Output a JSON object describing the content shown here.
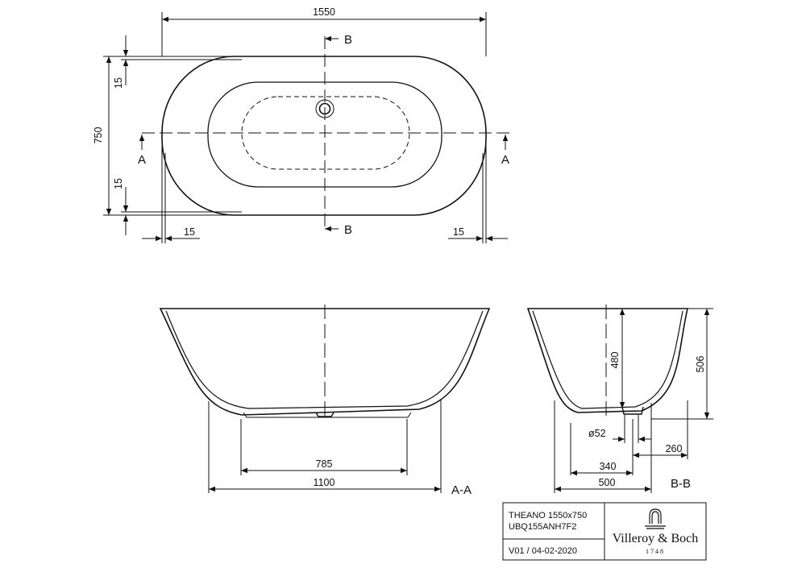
{
  "drawing": {
    "top_view": {
      "dim_length": "1550",
      "dim_width": "750",
      "dim_top_offset": "15",
      "dim_bottom_offset": "15",
      "dim_left_offset": "15",
      "dim_right_offset": "15",
      "section_b_top": "B",
      "section_b_bottom": "B",
      "section_a_left": "A",
      "section_a_right": "A"
    },
    "section_aa": {
      "label": "A-A",
      "dim_inner_base": "785",
      "dim_outer_base": "1100"
    },
    "section_bb": {
      "label": "B-B",
      "dim_depth": "480",
      "dim_height": "506",
      "dim_drain_diameter": "ø52",
      "dim_drain_offset": "260",
      "dim_base_partial": "340",
      "dim_base_total": "500"
    }
  },
  "title_block": {
    "model": "THEANO 1550x750",
    "code": "UBQ155ANH7F2",
    "version": "V01 / 04-02-2020",
    "brand": "Villeroy & Boch",
    "brand_year": "1748"
  },
  "colors": {
    "line": "#111111",
    "background": "#ffffff"
  }
}
